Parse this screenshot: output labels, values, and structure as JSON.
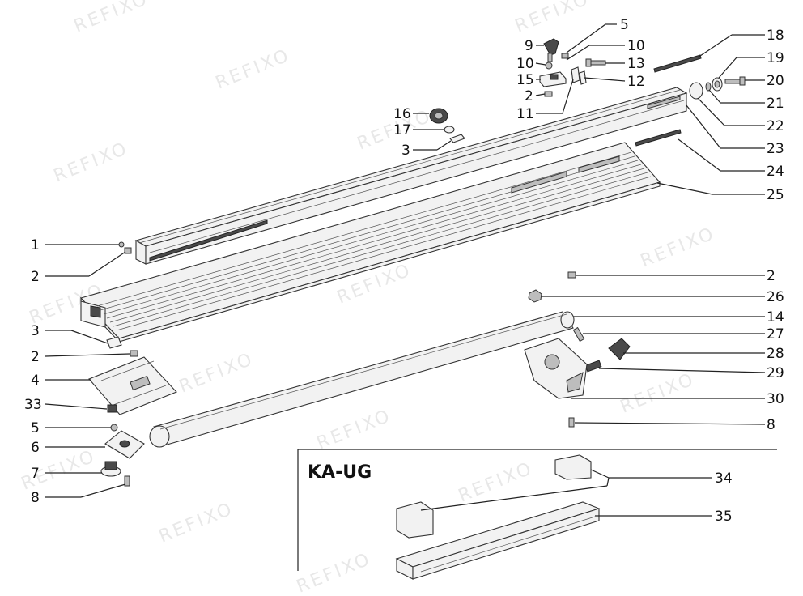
{
  "watermark": "REFIXO",
  "subassembly_title": "KA-UG",
  "callouts": [
    {
      "id": "c1",
      "label": "1"
    },
    {
      "id": "c2a",
      "label": "2"
    },
    {
      "id": "c2b",
      "label": "2"
    },
    {
      "id": "c2c",
      "label": "2"
    },
    {
      "id": "c2d",
      "label": "2"
    },
    {
      "id": "c3a",
      "label": "3"
    },
    {
      "id": "c3b",
      "label": "3"
    },
    {
      "id": "c4",
      "label": "4"
    },
    {
      "id": "c5a",
      "label": "5"
    },
    {
      "id": "c5b",
      "label": "5"
    },
    {
      "id": "c6",
      "label": "6"
    },
    {
      "id": "c7",
      "label": "7"
    },
    {
      "id": "c8a",
      "label": "8"
    },
    {
      "id": "c8b",
      "label": "8"
    },
    {
      "id": "c9",
      "label": "9"
    },
    {
      "id": "c10a",
      "label": "10"
    },
    {
      "id": "c10b",
      "label": "10"
    },
    {
      "id": "c11",
      "label": "11"
    },
    {
      "id": "c12",
      "label": "12"
    },
    {
      "id": "c13",
      "label": "13"
    },
    {
      "id": "c14",
      "label": "14"
    },
    {
      "id": "c15",
      "label": "15"
    },
    {
      "id": "c16",
      "label": "16"
    },
    {
      "id": "c17",
      "label": "17"
    },
    {
      "id": "c18",
      "label": "18"
    },
    {
      "id": "c19",
      "label": "19"
    },
    {
      "id": "c20",
      "label": "20"
    },
    {
      "id": "c21",
      "label": "21"
    },
    {
      "id": "c22",
      "label": "22"
    },
    {
      "id": "c23",
      "label": "23"
    },
    {
      "id": "c24",
      "label": "24"
    },
    {
      "id": "c25",
      "label": "25"
    },
    {
      "id": "c26",
      "label": "26"
    },
    {
      "id": "c27",
      "label": "27"
    },
    {
      "id": "c28",
      "label": "28"
    },
    {
      "id": "c29",
      "label": "29"
    },
    {
      "id": "c30",
      "label": "30"
    },
    {
      "id": "c33",
      "label": "33"
    },
    {
      "id": "c34",
      "label": "34"
    },
    {
      "id": "c35",
      "label": "35"
    }
  ]
}
